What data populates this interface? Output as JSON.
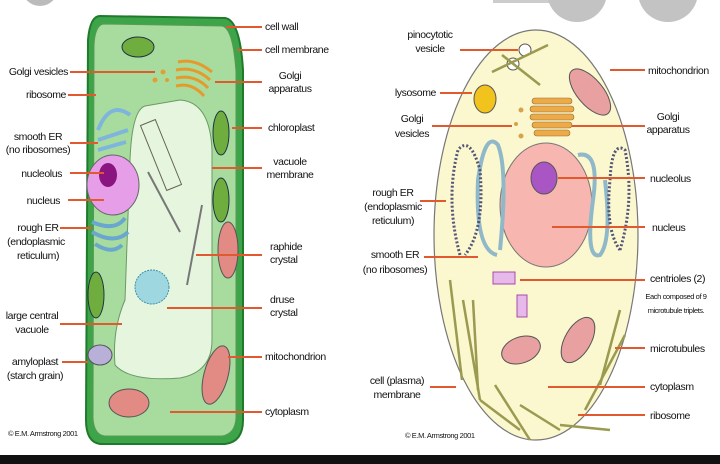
{
  "plant": {
    "labels": {
      "cell_wall": "cell wall",
      "cell_membrane": "cell membrane",
      "golgi_vesicles": "Golgi vesicles",
      "ribosome": "ribosome",
      "golgi_apparatus_1": "Golgi",
      "golgi_apparatus_2": "apparatus",
      "smooth_er_1": "smooth ER",
      "smooth_er_2": "(no ribosomes)",
      "chloroplast": "chloroplast",
      "nucleolus": "nucleolus",
      "vacuole_membrane_1": "vacuole",
      "vacuole_membrane_2": "membrane",
      "nucleus": "nucleus",
      "rough_er_1": "rough ER",
      "rough_er_2": "(endoplasmic",
      "rough_er_3": "reticulum)",
      "raphide_1": "raphide",
      "raphide_2": "crystal",
      "druse_1": "druse",
      "druse_2": "crystal",
      "vacuole_1": "large central",
      "vacuole_2": "vacuole",
      "mitochondrion": "mitochondrion",
      "amyloplast_1": "amyloplast",
      "amyloplast_2": "(starch grain)",
      "cytoplasm": "cytoplasm"
    },
    "copyright": "© E.M. Armstrong 2001"
  },
  "animal": {
    "labels": {
      "pinocytotic_1": "pinocytotic",
      "pinocytotic_2": "vesicle",
      "mitochondrion": "mitochondrion",
      "lysosome": "lysosome",
      "golgi_vesicles_1": "Golgi",
      "golgi_vesicles_2": "vesicles",
      "golgi_apparatus_1": "Golgi",
      "golgi_apparatus_2": "apparatus",
      "nucleolus": "nucleolus",
      "rough_er_1": "rough ER",
      "rough_er_2": "(endoplasmic",
      "rough_er_3": "reticulum)",
      "nucleus": "nucleus",
      "smooth_er_1": "smooth ER",
      "smooth_er_2": "(no ribosomes)",
      "centrioles": "centrioles (2)",
      "centrioles_note_1": "Each composed of 9",
      "centrioles_note_2": "microtubule triplets.",
      "microtubules": "microtubules",
      "plasma_membrane_1": "cell (plasma)",
      "plasma_membrane_2": "membrane",
      "cytoplasm": "cytoplasm",
      "ribosome": "ribosome"
    },
    "copyright": "© E.M. Armstrong 2001"
  },
  "colors": {
    "arrow": "#e2582f",
    "plant_wall": "#2f9a3a",
    "plant_cytoplasm": "#9fd79a",
    "vacuole": "#e4f4dc",
    "animal_cytoplasm": "#fbf7cf"
  }
}
